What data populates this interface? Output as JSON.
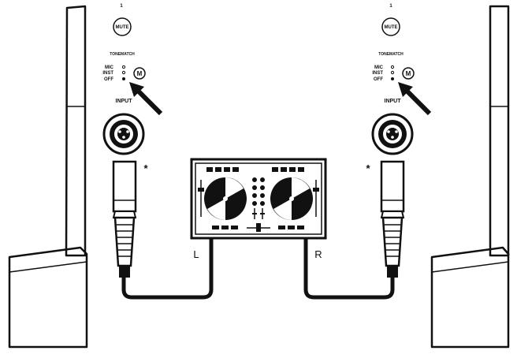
{
  "left_channel": {
    "channel_number": "1",
    "mute_label": "MUTE",
    "tonematch_label": "TONEMATCH",
    "mode_mic": "MIC",
    "mode_inst": "INST",
    "mode_off": "OFF",
    "input_label": "INPUT",
    "asterisk": "*"
  },
  "right_channel": {
    "channel_number": "1",
    "mute_label": "MUTE",
    "tonematch_label": "TONEMATCH",
    "mode_mic": "MIC",
    "mode_inst": "INST",
    "mode_off": "OFF",
    "input_label": "INPUT",
    "asterisk": "*"
  },
  "mixer": {
    "left_output": "L",
    "right_output": "R"
  },
  "icons": [
    "speaker-column-icon",
    "xlr-jack-icon",
    "xlr-plug-icon",
    "dj-controller-icon",
    "arrow-icon"
  ]
}
